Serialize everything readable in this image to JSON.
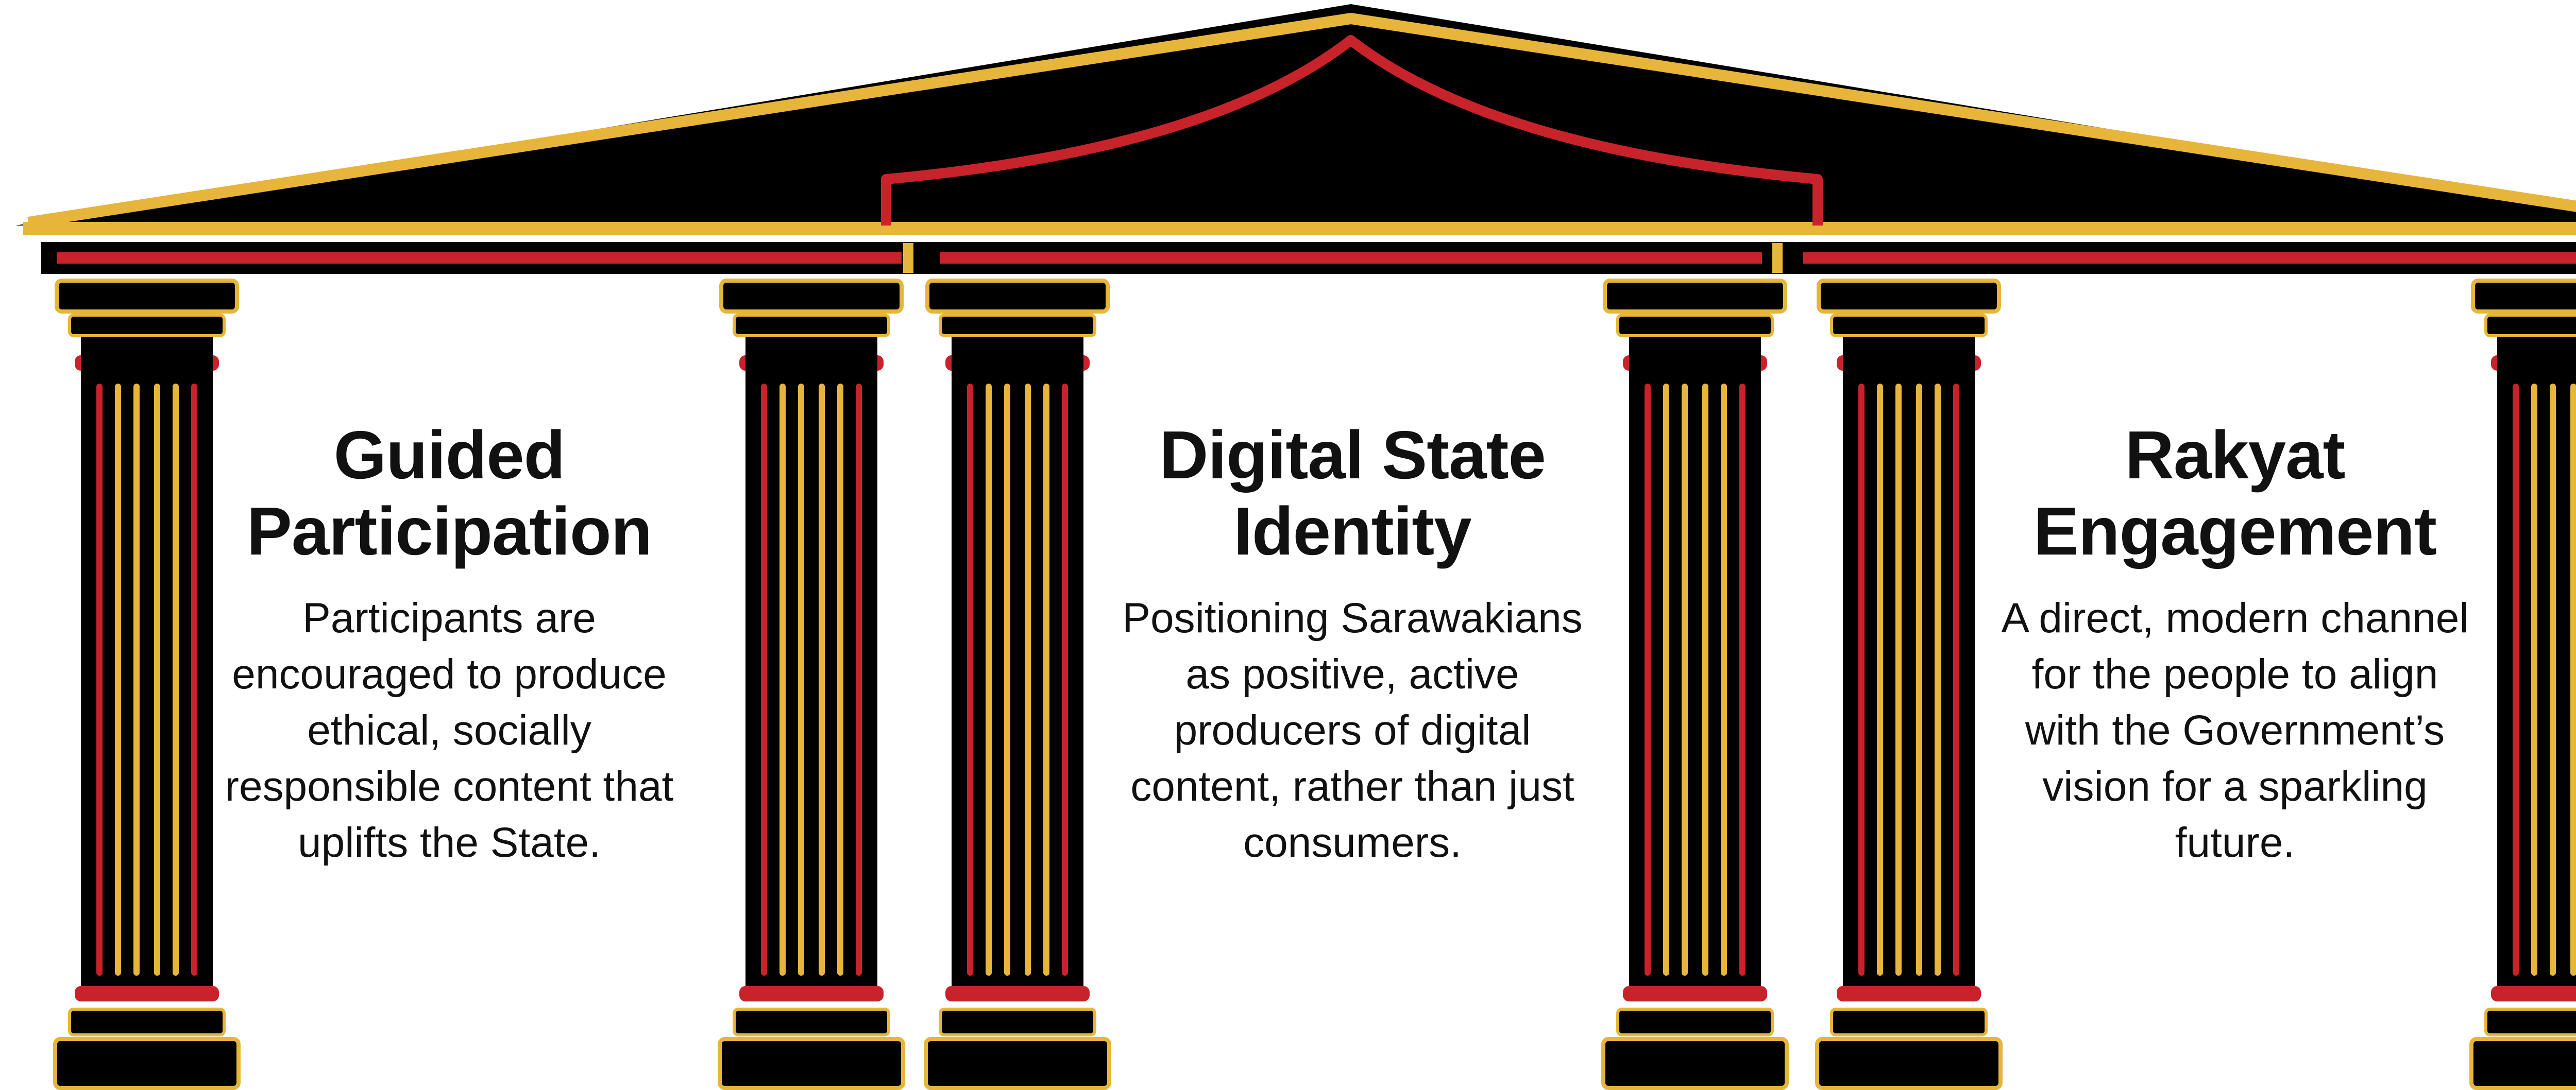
{
  "colors": {
    "black": "#000000",
    "gold": "#e6b53a",
    "red": "#c8232b",
    "background": "#ffffff",
    "text": "#111111"
  },
  "pillars": [
    {
      "title_lines": [
        "Guided",
        "Participation"
      ],
      "body": "Participants are encouraged to produce ethical, socially responsible content that uplifts the State."
    },
    {
      "title_lines": [
        "Digital State",
        "Identity"
      ],
      "body": "Positioning Sarawakians as positive, active producers of digital content, rather than just consumers."
    },
    {
      "title_lines": [
        "Rakyat",
        "Engagement"
      ],
      "body": "A direct, modern channel for the people to align with the Government’s vision for a sparkling future."
    }
  ]
}
